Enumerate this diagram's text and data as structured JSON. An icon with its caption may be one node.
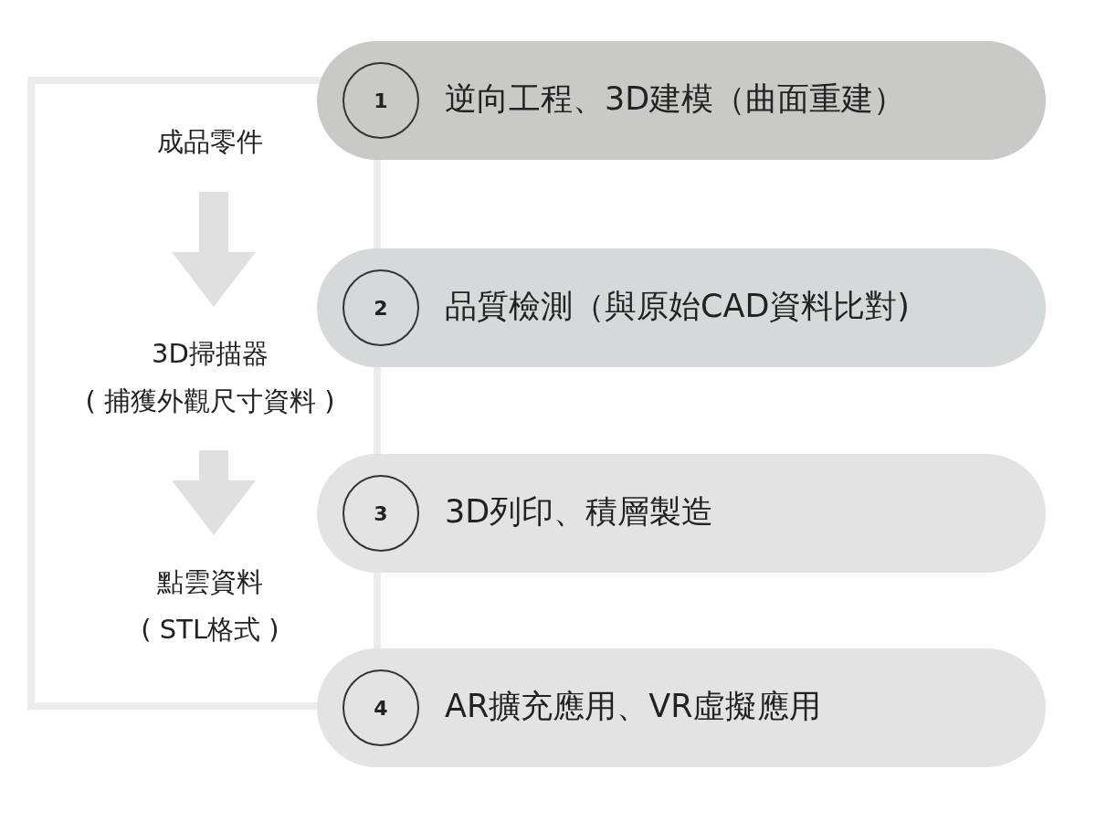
{
  "diagram": {
    "nodes": [
      {
        "text": [
          "成品零件"
        ]
      },
      {
        "text": [
          "3D掃描器",
          "( 捕獲外觀尺寸資料 )"
        ]
      },
      {
        "text": [
          "點雲資料",
          "( STL格式 )"
        ]
      },
      {
        "text": [
          "逆向工程、3D建模（曲面重建）"
        ]
      },
      {
        "text": [
          "1"
        ],
        "in": 3
      },
      {
        "text": [
          "品質檢測（與原始CAD資料比對)"
        ]
      },
      {
        "text": [
          "2"
        ],
        "in": 5
      },
      {
        "text": [
          "3D列印、積層製造"
        ]
      },
      {
        "text": [
          "3"
        ],
        "in": 7
      },
      {
        "text": [
          "AR擴充應用、VR虛擬應用"
        ]
      },
      {
        "text": [
          "4"
        ],
        "in": 9
      }
    ],
    "edges": [
      {
        "from": 0,
        "to": 1,
        "arrow": "to"
      },
      {
        "from": 1,
        "to": 2,
        "arrow": "to"
      }
    ]
  }
}
